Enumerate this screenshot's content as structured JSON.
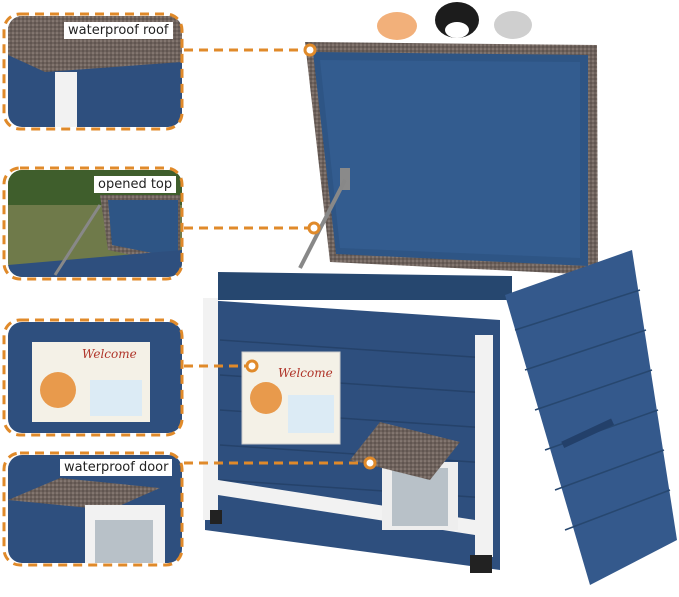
{
  "callouts": [
    {
      "label": "waterproof roof"
    },
    {
      "label": "opened top"
    },
    {
      "label": ""
    },
    {
      "label": "waterproof door"
    }
  ],
  "sign": {
    "text": "Welcome"
  },
  "colors": {
    "accent": "#E08A2A",
    "wood_blue": "#2E4F7E",
    "trim_white": "#F2F2F2",
    "roof_felt": "#6E625C"
  }
}
